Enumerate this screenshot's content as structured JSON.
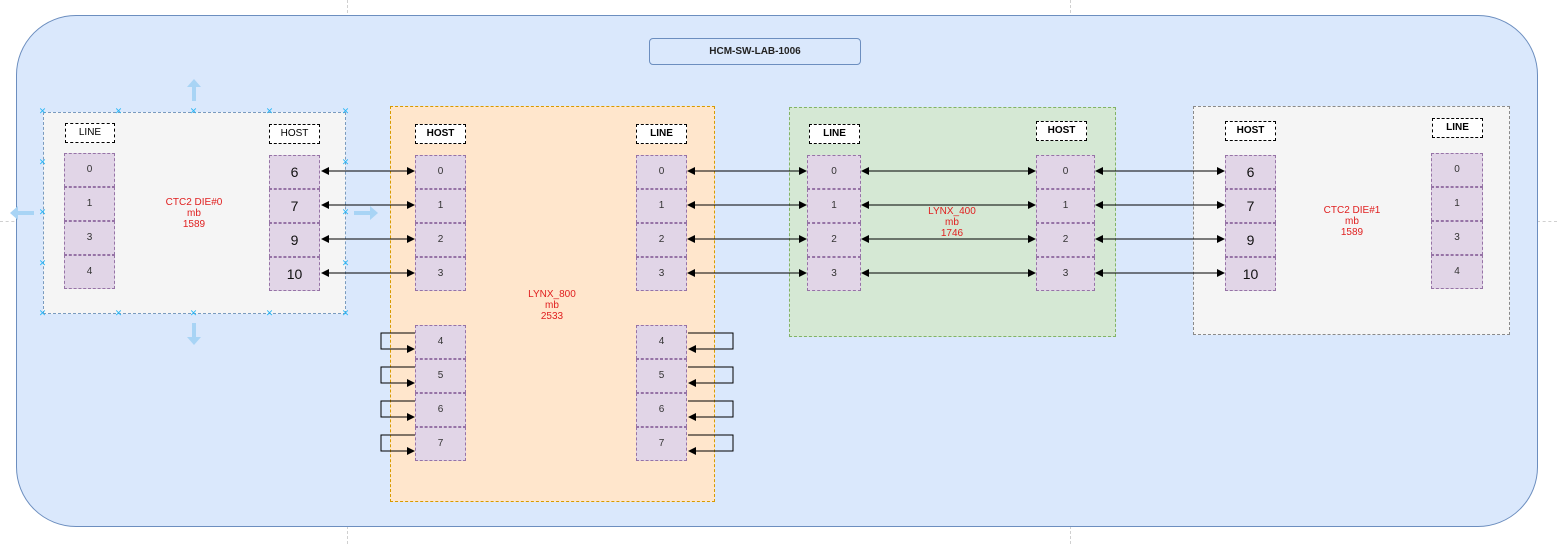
{
  "title": "HCM-SW-LAB-1006",
  "ctc2_die0": {
    "label": [
      "CTC2 DIE#0",
      "mb",
      "1589"
    ],
    "line_tag": "LINE",
    "host_tag": "HOST",
    "line_ports": [
      "0",
      "1",
      "3",
      "4"
    ],
    "host_ports": [
      "6",
      "7",
      "9",
      "10"
    ]
  },
  "lynx_800": {
    "label": [
      "LYNX_800",
      "mb",
      "2533"
    ],
    "host_tag": "HOST",
    "line_tag": "LINE",
    "host_ports": [
      "0",
      "1",
      "2",
      "3",
      "4",
      "5",
      "6",
      "7"
    ],
    "line_ports": [
      "0",
      "1",
      "2",
      "3",
      "4",
      "5",
      "6",
      "7"
    ]
  },
  "lynx_400": {
    "label": [
      "LYNX_400",
      "mb",
      "1746"
    ],
    "line_tag": "LINE",
    "host_tag": "HOST",
    "line_ports": [
      "0",
      "1",
      "2",
      "3"
    ],
    "host_ports": [
      "0",
      "1",
      "2",
      "3"
    ]
  },
  "ctc2_die1": {
    "label": [
      "CTC2 DIE#1",
      "mb",
      "1589"
    ],
    "host_tag": "HOST",
    "line_tag": "LINE",
    "host_ports": [
      "6",
      "7",
      "9",
      "10"
    ],
    "line_ports": [
      "0",
      "1",
      "3",
      "4"
    ]
  },
  "colors": {
    "lab_fill": "#dae8fc",
    "lab_stroke": "#6c8ebf",
    "port_fill": "#e1d5e7",
    "port_stroke": "#9673a6",
    "lynx800_fill": "#ffe6cc",
    "lynx400_fill": "#d5e8d4",
    "ctc_fill": "#f5f5f5",
    "label_red": "#e02020",
    "selection_blue": "#29b6f6"
  }
}
